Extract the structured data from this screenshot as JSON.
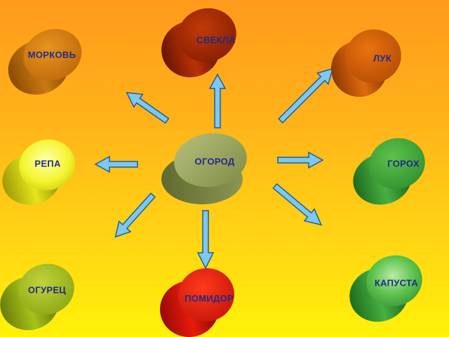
{
  "center": {
    "label": "ОГОРОД"
  },
  "nodes": [
    {
      "id": "morkov",
      "label": "МОРКОВЬ",
      "color": "#d4790c"
    },
    {
      "id": "svekla",
      "label": "СВЕКЛА",
      "color": "#b32e05"
    },
    {
      "id": "luk",
      "label": "ЛУК",
      "color": "#e0650a"
    },
    {
      "id": "repa",
      "label": "РЕПА",
      "color": "#eef020"
    },
    {
      "id": "goroh",
      "label": "ГОРОХ",
      "color": "#3fae3a"
    },
    {
      "id": "ogurec",
      "label": "ОГУРЕЦ",
      "color": "#a9c21a"
    },
    {
      "id": "pomidor",
      "label": "ПОМИДОР",
      "color": "#e81a0c"
    },
    {
      "id": "kapusta",
      "label": "КАПУСТА",
      "color": "#46b040"
    }
  ],
  "colors": {
    "center": "#9aa860",
    "arrow_fill": "#7ec8ee",
    "arrow_stroke": "#1f5f9a",
    "label_text": "#1f2a8c"
  }
}
